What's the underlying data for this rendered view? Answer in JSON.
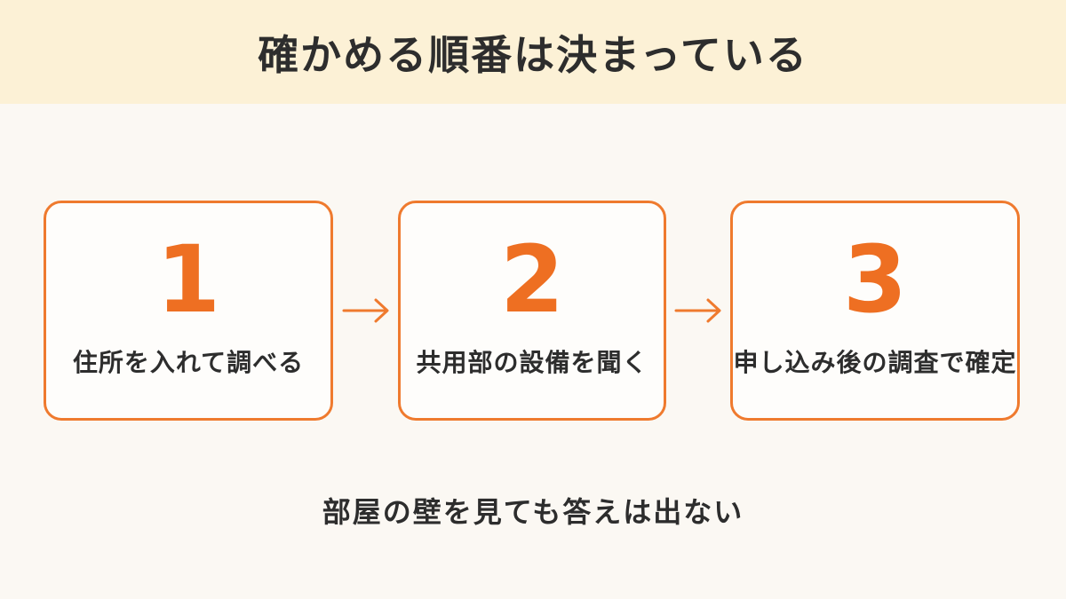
{
  "header": {
    "title": "確かめる順番は決まっている"
  },
  "steps": [
    {
      "number": "1",
      "label": "住所を入れて調べる"
    },
    {
      "number": "2",
      "label": "共用部の設備を聞く"
    },
    {
      "number": "3",
      "label": "申し込み後の調査で確定"
    }
  ],
  "arrows": [
    {
      "icon": "arrow-right-icon"
    },
    {
      "icon": "arrow-right-icon"
    }
  ],
  "footer": {
    "note": "部屋の壁を見ても答えは出ない"
  },
  "colors": {
    "accent": "#ee6f22",
    "header_bg": "#fcf1d6",
    "page_bg": "#fbf8f3",
    "text": "#2d2d2d"
  }
}
